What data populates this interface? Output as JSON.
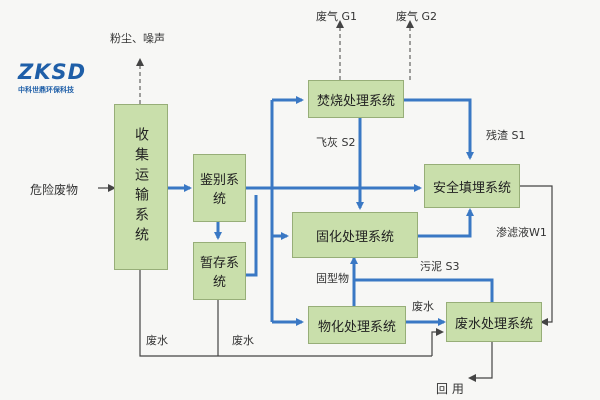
{
  "logo": {
    "brand": "ZKSD",
    "company": "中科世鼎环保科技"
  },
  "inputs": {
    "hazardous_waste": "危险废物"
  },
  "boxes": {
    "collection": "收集运输系统",
    "identification": "鉴别系统",
    "temporary_storage": "暂存系统",
    "incineration": "焚烧处理系统",
    "solidification": "固化处理系统",
    "physicochemical": "物化处理系统",
    "landfill": "安全填埋系统",
    "wastewater": "废水处理系统"
  },
  "labels": {
    "dust_noise": "粉尘、噪声",
    "waste_gas_g1": "废气 G1",
    "waste_gas_g2": "废气 G2",
    "fly_ash": "飞灰 S2",
    "residue": "残渣 S1",
    "leachate": "渗滤液W1",
    "sludge": "污泥 S3",
    "solidified": "固型物",
    "wastewater_1": "废水",
    "wastewater_2": "废水",
    "wastewater_3": "废水",
    "reuse": "回 用"
  },
  "colors": {
    "box_fill": "#c9dfab",
    "flow_blue": "#3a78c4",
    "line_dark": "#444444"
  }
}
